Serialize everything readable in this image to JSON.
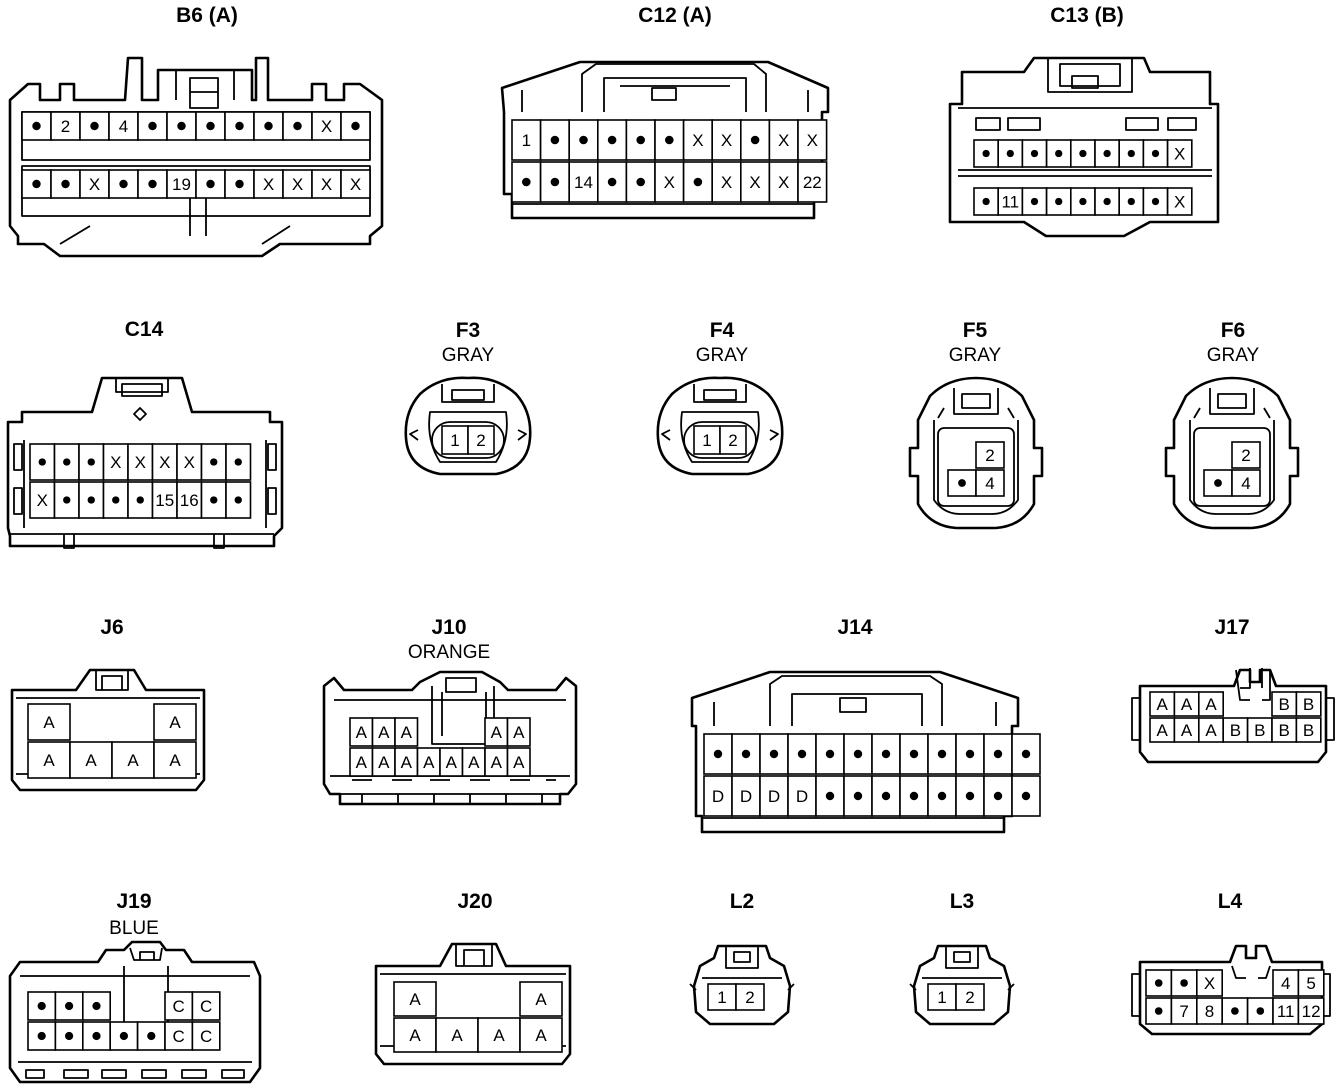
{
  "connectors": [
    {
      "id": "B6 (A)",
      "color": "",
      "rows": [
        [
          "dot",
          "2",
          "dot",
          "4",
          "dot",
          "dot",
          "dot",
          "dot",
          "dot",
          "dot",
          "X",
          "dot"
        ],
        [
          "dot",
          "dot",
          "X",
          "dot",
          "dot",
          "19",
          "dot",
          "dot",
          "X",
          "X",
          "X",
          "X"
        ]
      ]
    },
    {
      "id": "C12 (A)",
      "color": "",
      "rows": [
        [
          "1",
          "dot",
          "dot",
          "dot",
          "dot",
          "dot",
          "X",
          "X",
          "dot",
          "X",
          "X"
        ],
        [
          "dot",
          "dot",
          "14",
          "dot",
          "dot",
          "X",
          "dot",
          "X",
          "X",
          "X",
          "22"
        ]
      ]
    },
    {
      "id": "C13 (B)",
      "color": "",
      "rows": [
        [
          "dot",
          "dot",
          "dot",
          "dot",
          "dot",
          "dot",
          "dot",
          "dot",
          "X"
        ],
        [
          "dot",
          "11",
          "dot",
          "dot",
          "dot",
          "dot",
          "dot",
          "dot",
          "X"
        ]
      ]
    },
    {
      "id": "C14",
      "color": "",
      "rows": [
        [
          "dot",
          "dot",
          "dot",
          "X",
          "X",
          "X",
          "X",
          "dot",
          "dot"
        ],
        [
          "X",
          "dot",
          "dot",
          "dot",
          "dot",
          "15",
          "16",
          "dot",
          "dot"
        ]
      ]
    },
    {
      "id": "F3",
      "color": "GRAY",
      "rows": [
        [
          "1",
          "2"
        ]
      ]
    },
    {
      "id": "F4",
      "color": "GRAY",
      "rows": [
        [
          "1",
          "2"
        ]
      ]
    },
    {
      "id": "F5",
      "color": "GRAY",
      "rows": [
        [
          "",
          "2"
        ],
        [
          "dot",
          "4"
        ]
      ]
    },
    {
      "id": "F6",
      "color": "GRAY",
      "rows": [
        [
          "",
          "2"
        ],
        [
          "dot",
          "4"
        ]
      ]
    },
    {
      "id": "J6",
      "color": "",
      "rows": [
        [
          "A",
          "",
          "",
          "A"
        ],
        [
          "A",
          "A",
          "A",
          "A"
        ]
      ]
    },
    {
      "id": "J10",
      "color": "ORANGE",
      "rows": [
        [
          "A",
          "A",
          "A",
          "",
          "",
          "",
          "A",
          "A"
        ],
        [
          "A",
          "A",
          "A",
          "A",
          "A",
          "A",
          "A",
          "A"
        ]
      ]
    },
    {
      "id": "J14",
      "color": "",
      "rows": [
        [
          "dot",
          "dot",
          "dot",
          "dot",
          "dot",
          "dot",
          "dot",
          "dot",
          "dot",
          "dot",
          "dot",
          "dot"
        ],
        [
          "D",
          "D",
          "D",
          "D",
          "dot",
          "dot",
          "dot",
          "dot",
          "dot",
          "dot",
          "dot",
          "dot"
        ]
      ]
    },
    {
      "id": "J17",
      "color": "",
      "rows": [
        [
          "A",
          "A",
          "A",
          "",
          "",
          "B",
          "B"
        ],
        [
          "A",
          "A",
          "A",
          "B",
          "B",
          "B",
          "B"
        ]
      ]
    },
    {
      "id": "J19",
      "color": "BLUE",
      "rows": [
        [
          "dot",
          "dot",
          "dot",
          "",
          "",
          "C",
          "C"
        ],
        [
          "dot",
          "dot",
          "dot",
          "dot",
          "dot",
          "C",
          "C"
        ]
      ]
    },
    {
      "id": "J20",
      "color": "",
      "rows": [
        [
          "A",
          "",
          "",
          "A"
        ],
        [
          "A",
          "A",
          "A",
          "A"
        ]
      ]
    },
    {
      "id": "L2",
      "color": "",
      "rows": [
        [
          "1",
          "2"
        ]
      ]
    },
    {
      "id": "L3",
      "color": "",
      "rows": [
        [
          "1",
          "2"
        ]
      ]
    },
    {
      "id": "L4",
      "color": "",
      "rows": [
        [
          "dot",
          "dot",
          "X",
          "",
          "",
          "4",
          "5"
        ],
        [
          "dot",
          "7",
          "8",
          "dot",
          "dot",
          "11",
          "12"
        ]
      ]
    }
  ]
}
